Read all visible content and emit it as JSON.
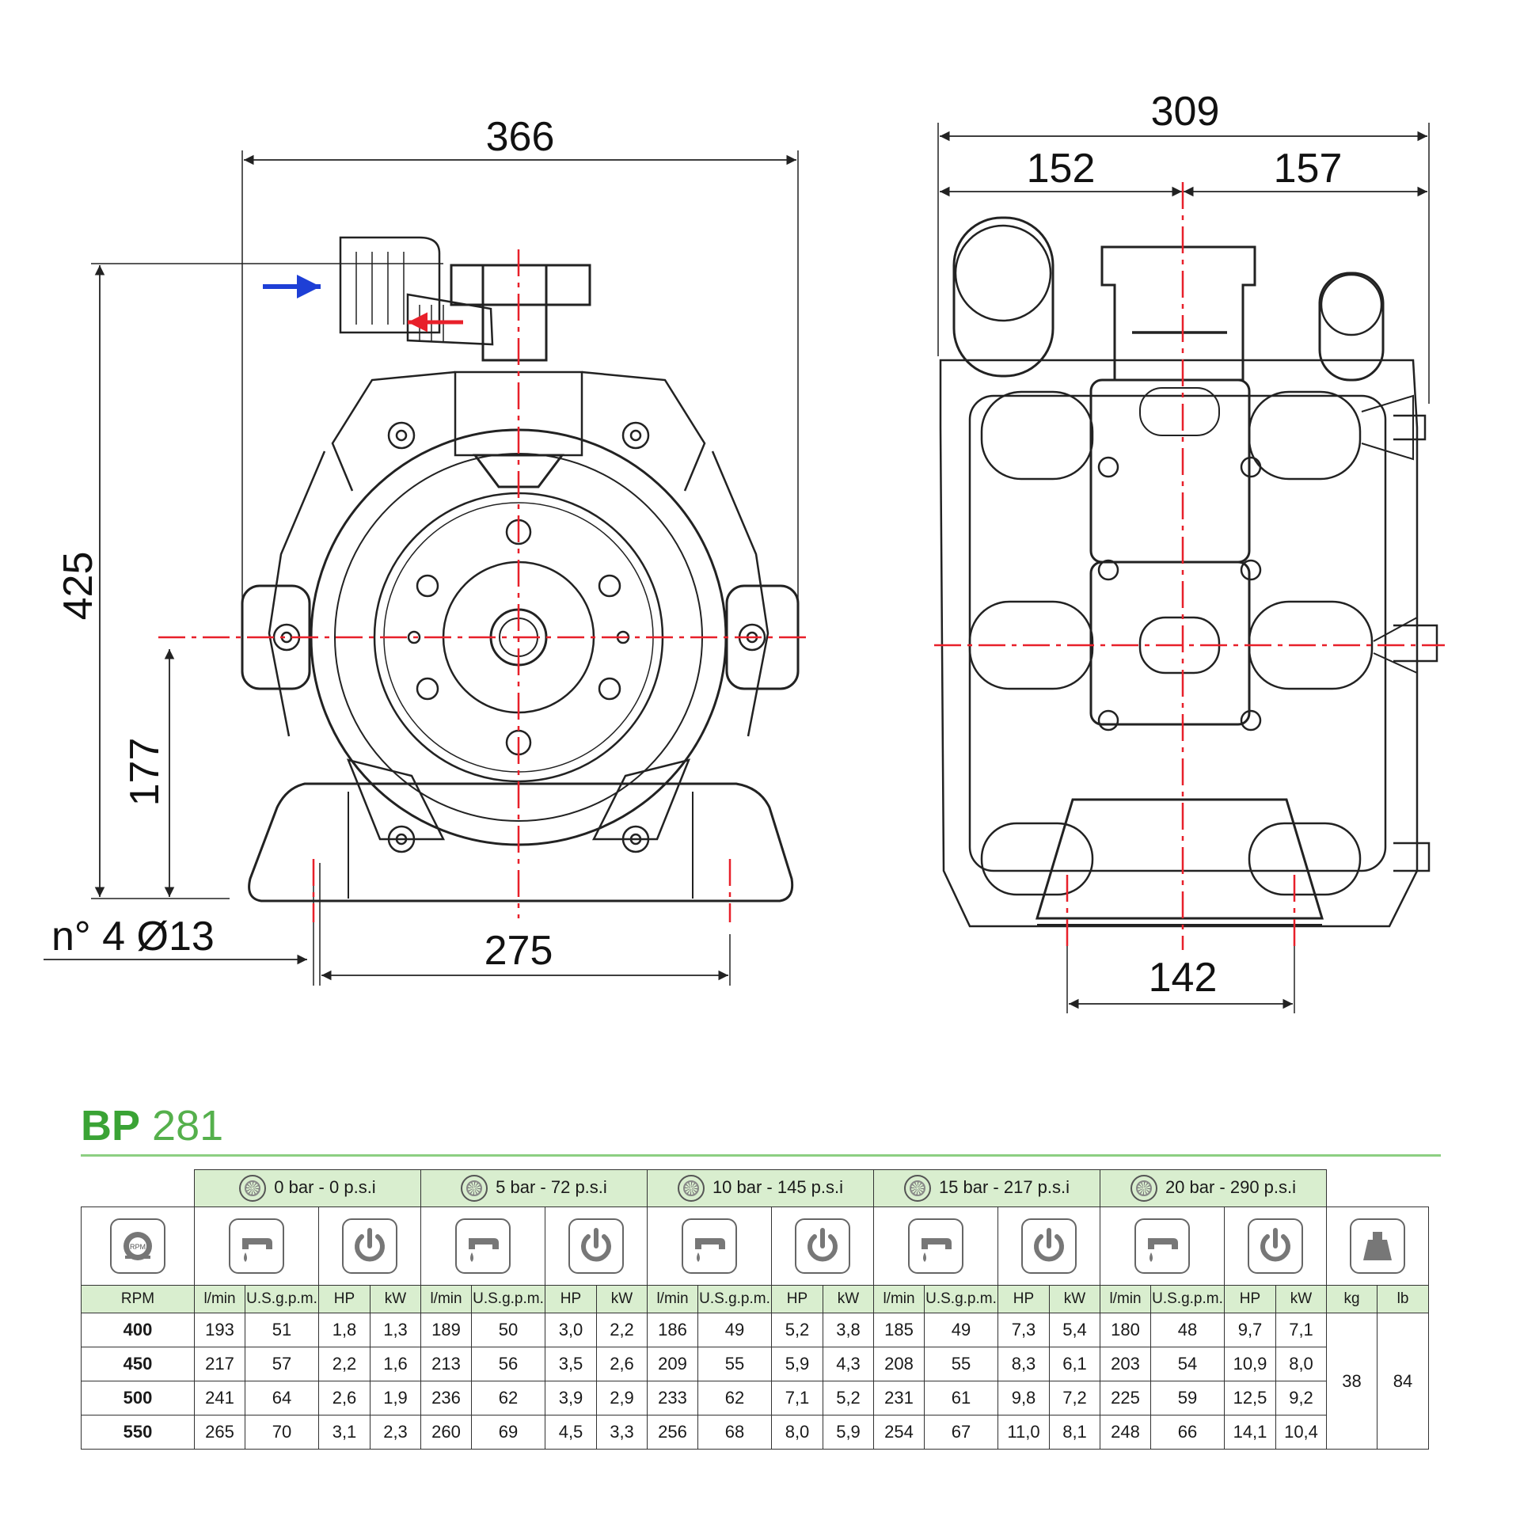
{
  "drawing": {
    "front_view": {
      "width": "366",
      "height": "425",
      "shaft_height": "177",
      "mounting_spacing": "275",
      "mounting_holes": "n° 4 Ø13"
    },
    "side_view": {
      "width": "309",
      "left_offset": "152",
      "right_offset": "157",
      "base_width": "142"
    }
  },
  "product": {
    "series": "BP",
    "model": "281"
  },
  "table": {
    "pressures": [
      "0 bar - 0 p.s.i",
      "5 bar - 72 p.s.i",
      "10 bar - 145 p.s.i",
      "15 bar - 217 p.s.i",
      "20 bar - 290 p.s.i"
    ],
    "icons": {
      "rpm": "rpm-icon",
      "flow": "faucet-icon",
      "power": "power-icon",
      "weight": "weight-icon",
      "pressure": "pressure-gauge-icon"
    },
    "units": [
      "RPM",
      "l/min",
      "U.S.g.p.m.",
      "HP",
      "kW",
      "l/min",
      "U.S.g.p.m.",
      "HP",
      "kW",
      "l/min",
      "U.S.g.p.m.",
      "HP",
      "kW",
      "l/min",
      "U.S.g.p.m.",
      "HP",
      "kW",
      "l/min",
      "U.S.g.p.m.",
      "HP",
      "kW",
      "kg",
      "lb"
    ],
    "rows": [
      [
        "400",
        "193",
        "51",
        "1,8",
        "1,3",
        "189",
        "50",
        "3,0",
        "2,2",
        "186",
        "49",
        "5,2",
        "3,8",
        "185",
        "49",
        "7,3",
        "5,4",
        "180",
        "48",
        "9,7",
        "7,1"
      ],
      [
        "450",
        "217",
        "57",
        "2,2",
        "1,6",
        "213",
        "56",
        "3,5",
        "2,6",
        "209",
        "55",
        "5,9",
        "4,3",
        "208",
        "55",
        "8,3",
        "6,1",
        "203",
        "54",
        "10,9",
        "8,0"
      ],
      [
        "500",
        "241",
        "64",
        "2,6",
        "1,9",
        "236",
        "62",
        "3,9",
        "2,9",
        "233",
        "62",
        "7,1",
        "5,2",
        "231",
        "61",
        "9,8",
        "7,2",
        "225",
        "59",
        "12,5",
        "9,2"
      ],
      [
        "550",
        "265",
        "70",
        "3,1",
        "2,3",
        "260",
        "69",
        "4,5",
        "3,3",
        "256",
        "68",
        "8,0",
        "5,9",
        "254",
        "67",
        "11,0",
        "8,1",
        "248",
        "66",
        "14,1",
        "10,4"
      ]
    ],
    "weight": {
      "kg": "38",
      "lb": "84"
    }
  },
  "colors": {
    "accent_green": "#3aa335",
    "header_fill": "#d9eecf",
    "centerline": "#e8202a",
    "inlet_arrow": "#1e3fd6",
    "outlet_arrow": "#e8202a"
  }
}
